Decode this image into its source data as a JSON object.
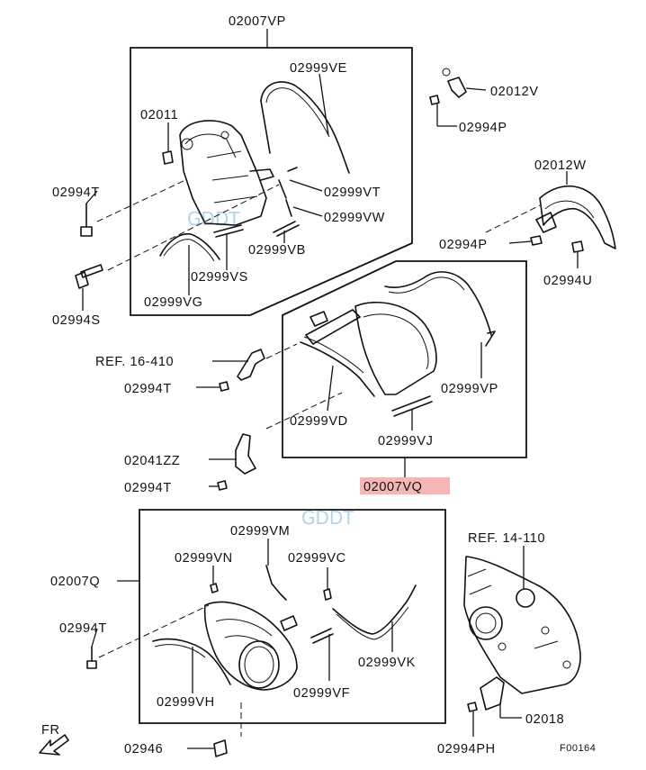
{
  "diagram": {
    "footer_code": "F00164",
    "direction_label": "FR",
    "watermarks": [
      "GDDT",
      "GDDT"
    ],
    "labels": {
      "l_02007VP_top": "02007VP",
      "l_02999VE": "02999VE",
      "l_02011": "02011",
      "l_02012V": "02012V",
      "l_02994P_a": "02994P",
      "l_02994T_a": "02994T",
      "l_02999VT": "02999VT",
      "l_02999VW": "02999VW",
      "l_02999VB": "02999VB",
      "l_02999VS": "02999VS",
      "l_02999VG": "02999VG",
      "l_02994S": "02994S",
      "l_02012W": "02012W",
      "l_02994P_b": "02994P",
      "l_02994U": "02994U",
      "l_REF16410": "REF. 16-410",
      "l_02994T_b": "02994T",
      "l_02999VP_mid": "02999VP",
      "l_02999VD": "02999VD",
      "l_02999VJ": "02999VJ",
      "l_02041ZZ": "02041ZZ",
      "l_02994T_c": "02994T",
      "l_02007VQ": "02007VQ",
      "l_02999VM": "02999VM",
      "l_REF14110": "REF. 14-110",
      "l_02999VN": "02999VN",
      "l_02999VC": "02999VC",
      "l_02007Q": "02007Q",
      "l_02994T_d": "02994T",
      "l_02999VK": "02999VK",
      "l_02999VH": "02999VH",
      "l_02999VF": "02999VF",
      "l_02018": "02018",
      "l_02946": "02946",
      "l_02994PH": "02994PH"
    },
    "highlight_color": "#f4b6b6"
  }
}
